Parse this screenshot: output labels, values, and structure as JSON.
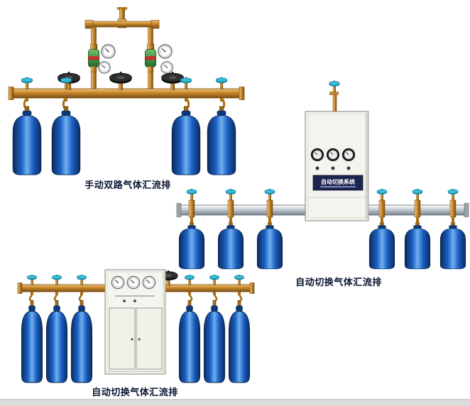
{
  "page": {
    "background": "#ffffff"
  },
  "products": [
    {
      "name": "manual-dual-manifold",
      "label": "手动双路气体汇流排"
    },
    {
      "name": "auto-switch-manifold-right",
      "label": "自动切换气体汇流排"
    },
    {
      "name": "auto-switch-manifold-bottom",
      "label": "自动切换气体汇流排"
    }
  ],
  "cabinet": {
    "panel_text": "自动切换系统"
  },
  "colors": {
    "brass": "#cd8a2e",
    "cylinder_blue": "#1b5fc2",
    "valve_teal": "#35bcd6",
    "pipe_silver": "#c3ccd4",
    "cabinet_body": "#f4f4ee",
    "panel_plate": "#1c2550",
    "label_text": "#0b1533"
  }
}
